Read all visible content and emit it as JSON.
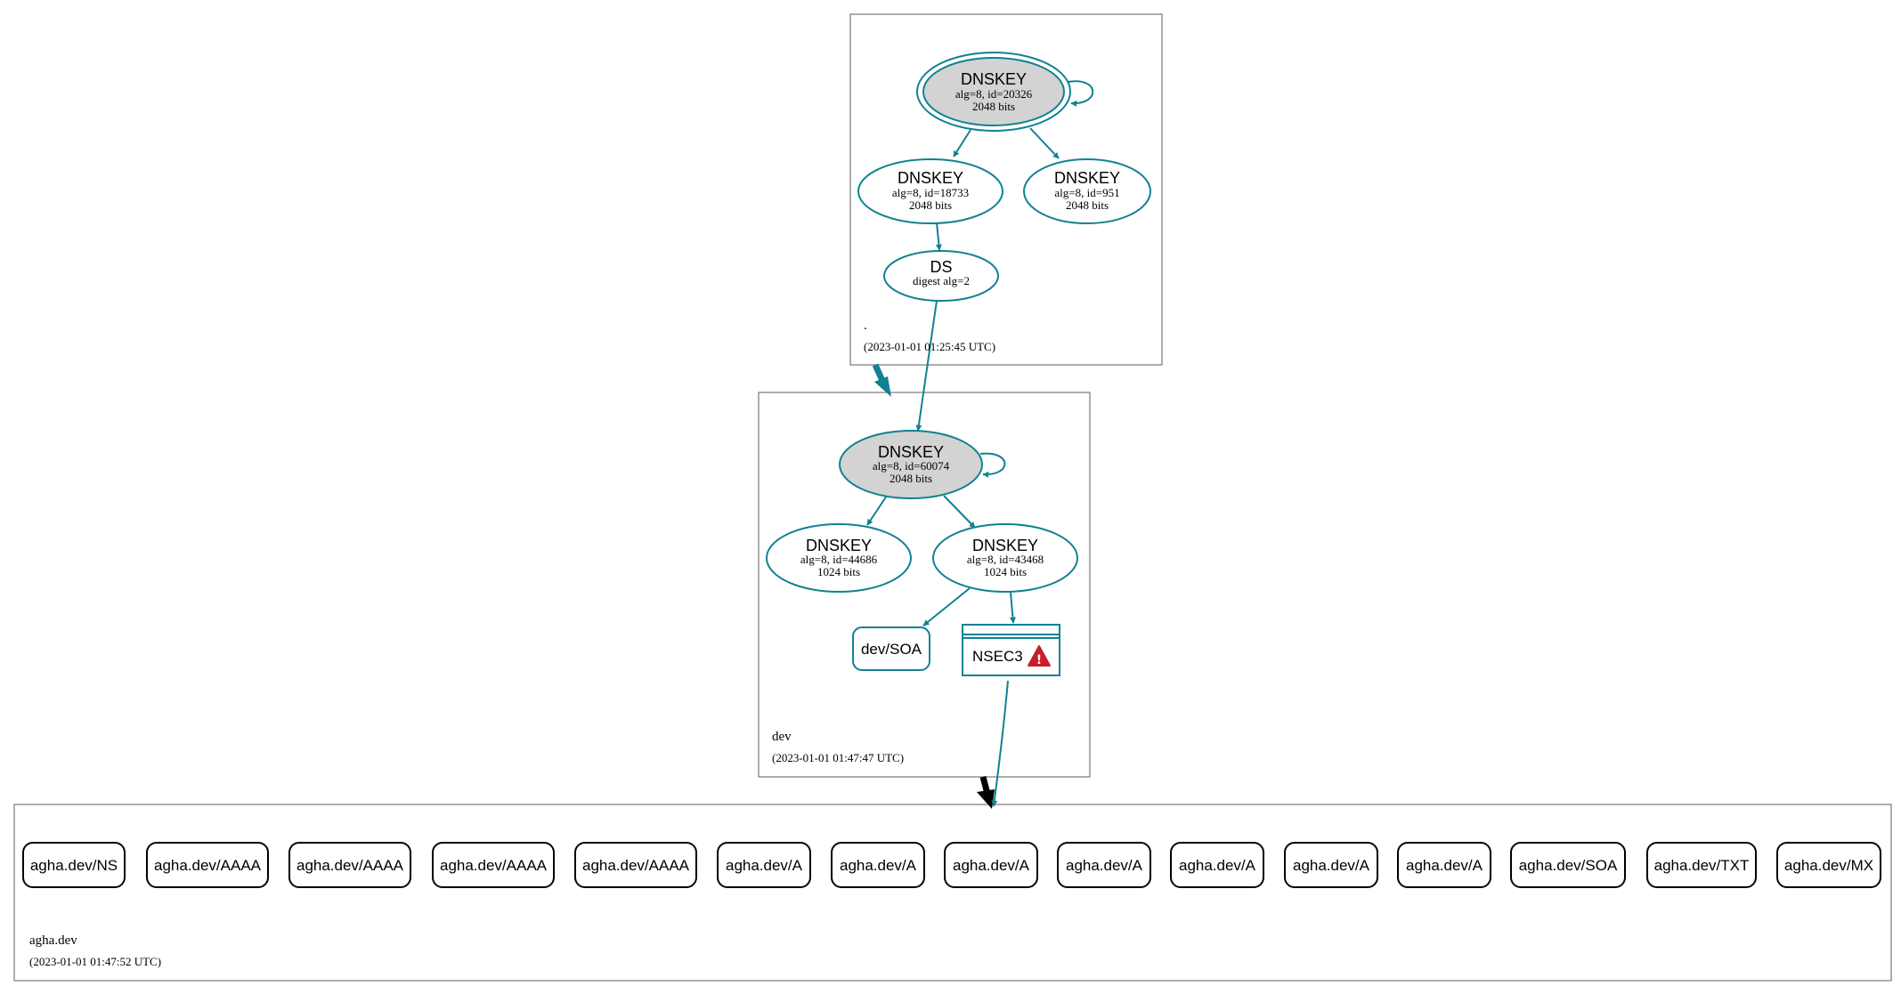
{
  "root_zone": {
    "name": ".",
    "timestamp": "(2023-01-01 01:25:45 UTC)",
    "ksk": {
      "type": "DNSKEY",
      "params": "alg=8, id=20326",
      "size": "2048 bits"
    },
    "zsk_1": {
      "type": "DNSKEY",
      "params": "alg=8, id=18733",
      "size": "2048 bits"
    },
    "zsk_2": {
      "type": "DNSKEY",
      "params": "alg=8, id=951",
      "size": "2048 bits"
    },
    "ds": {
      "type": "DS",
      "params": "digest alg=2"
    }
  },
  "dev_zone": {
    "name": "dev",
    "timestamp": "(2023-01-01 01:47:47 UTC)",
    "ksk": {
      "type": "DNSKEY",
      "params": "alg=8, id=60074",
      "size": "2048 bits"
    },
    "zsk_1": {
      "type": "DNSKEY",
      "params": "alg=8, id=44686",
      "size": "1024 bits"
    },
    "zsk_2": {
      "type": "DNSKEY",
      "params": "alg=8, id=43468",
      "size": "1024 bits"
    },
    "soa": "dev/SOA",
    "nsec3": "NSEC3",
    "warning_symbol": "!"
  },
  "agha_zone": {
    "name": "agha.dev",
    "timestamp": "(2023-01-01 01:47:52 UTC)",
    "records": [
      "agha.dev/NS",
      "agha.dev/AAAA",
      "agha.dev/AAAA",
      "agha.dev/AAAA",
      "agha.dev/AAAA",
      "agha.dev/A",
      "agha.dev/A",
      "agha.dev/A",
      "agha.dev/A",
      "agha.dev/A",
      "agha.dev/A",
      "agha.dev/A",
      "agha.dev/SOA",
      "agha.dev/TXT",
      "agha.dev/MX"
    ]
  },
  "colors": {
    "secure": "#0f8291",
    "ksk_fill": "#d3d3d3",
    "warning": "#c81e28",
    "insecure": "#000000"
  }
}
